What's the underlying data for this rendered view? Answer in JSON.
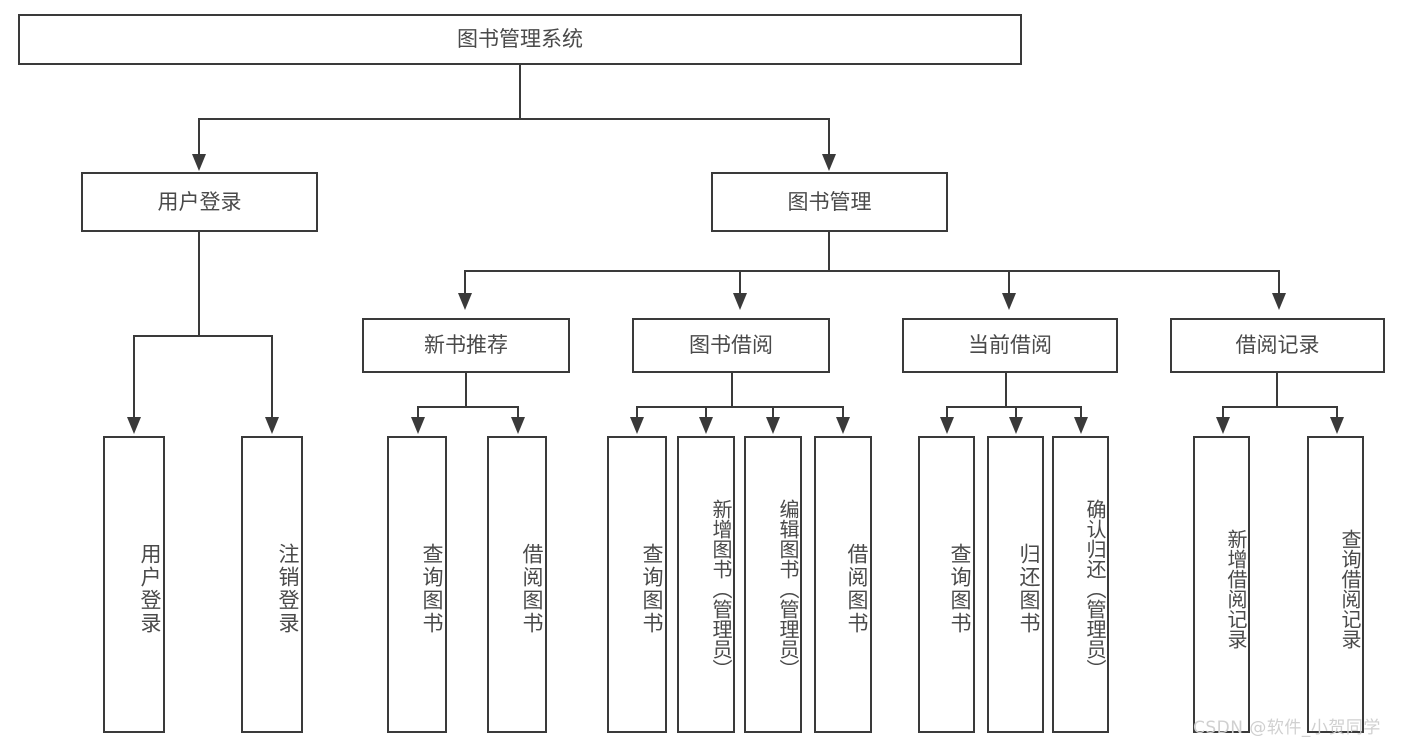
{
  "diagram": {
    "title": "图书管理系统",
    "type": "hierarchy-tree",
    "root": {
      "label": "图书管理系统"
    },
    "level2": [
      {
        "label": "用户登录"
      },
      {
        "label": "图书管理"
      }
    ],
    "level3": [
      {
        "label": "新书推荐"
      },
      {
        "label": "图书借阅"
      },
      {
        "label": "当前借阅"
      },
      {
        "label": "借阅记录"
      }
    ],
    "leaves": {
      "user_login": [
        {
          "label": "用户登录"
        },
        {
          "label": "注销登录"
        }
      ],
      "new_book_recommend": [
        {
          "label": "查询图书"
        },
        {
          "label": "借阅图书"
        }
      ],
      "book_borrow": [
        {
          "label": "查询图书"
        },
        {
          "label": "新增图书（管理员）"
        },
        {
          "label": "编辑图书（管理员）"
        },
        {
          "label": "借阅图书"
        }
      ],
      "current_borrow": [
        {
          "label": "查询图书"
        },
        {
          "label": "归还图书"
        },
        {
          "label": "确认归还（管理员）"
        }
      ],
      "borrow_record": [
        {
          "label": "新增借阅记录"
        },
        {
          "label": "查询借阅记录"
        }
      ]
    }
  },
  "watermark": {
    "text": "CSDN @软件_小贺同学"
  },
  "colors": {
    "stroke": "#3a3a3a",
    "text": "#4a4a4a",
    "background": "#ffffff",
    "watermark": "#d0d0d0"
  }
}
